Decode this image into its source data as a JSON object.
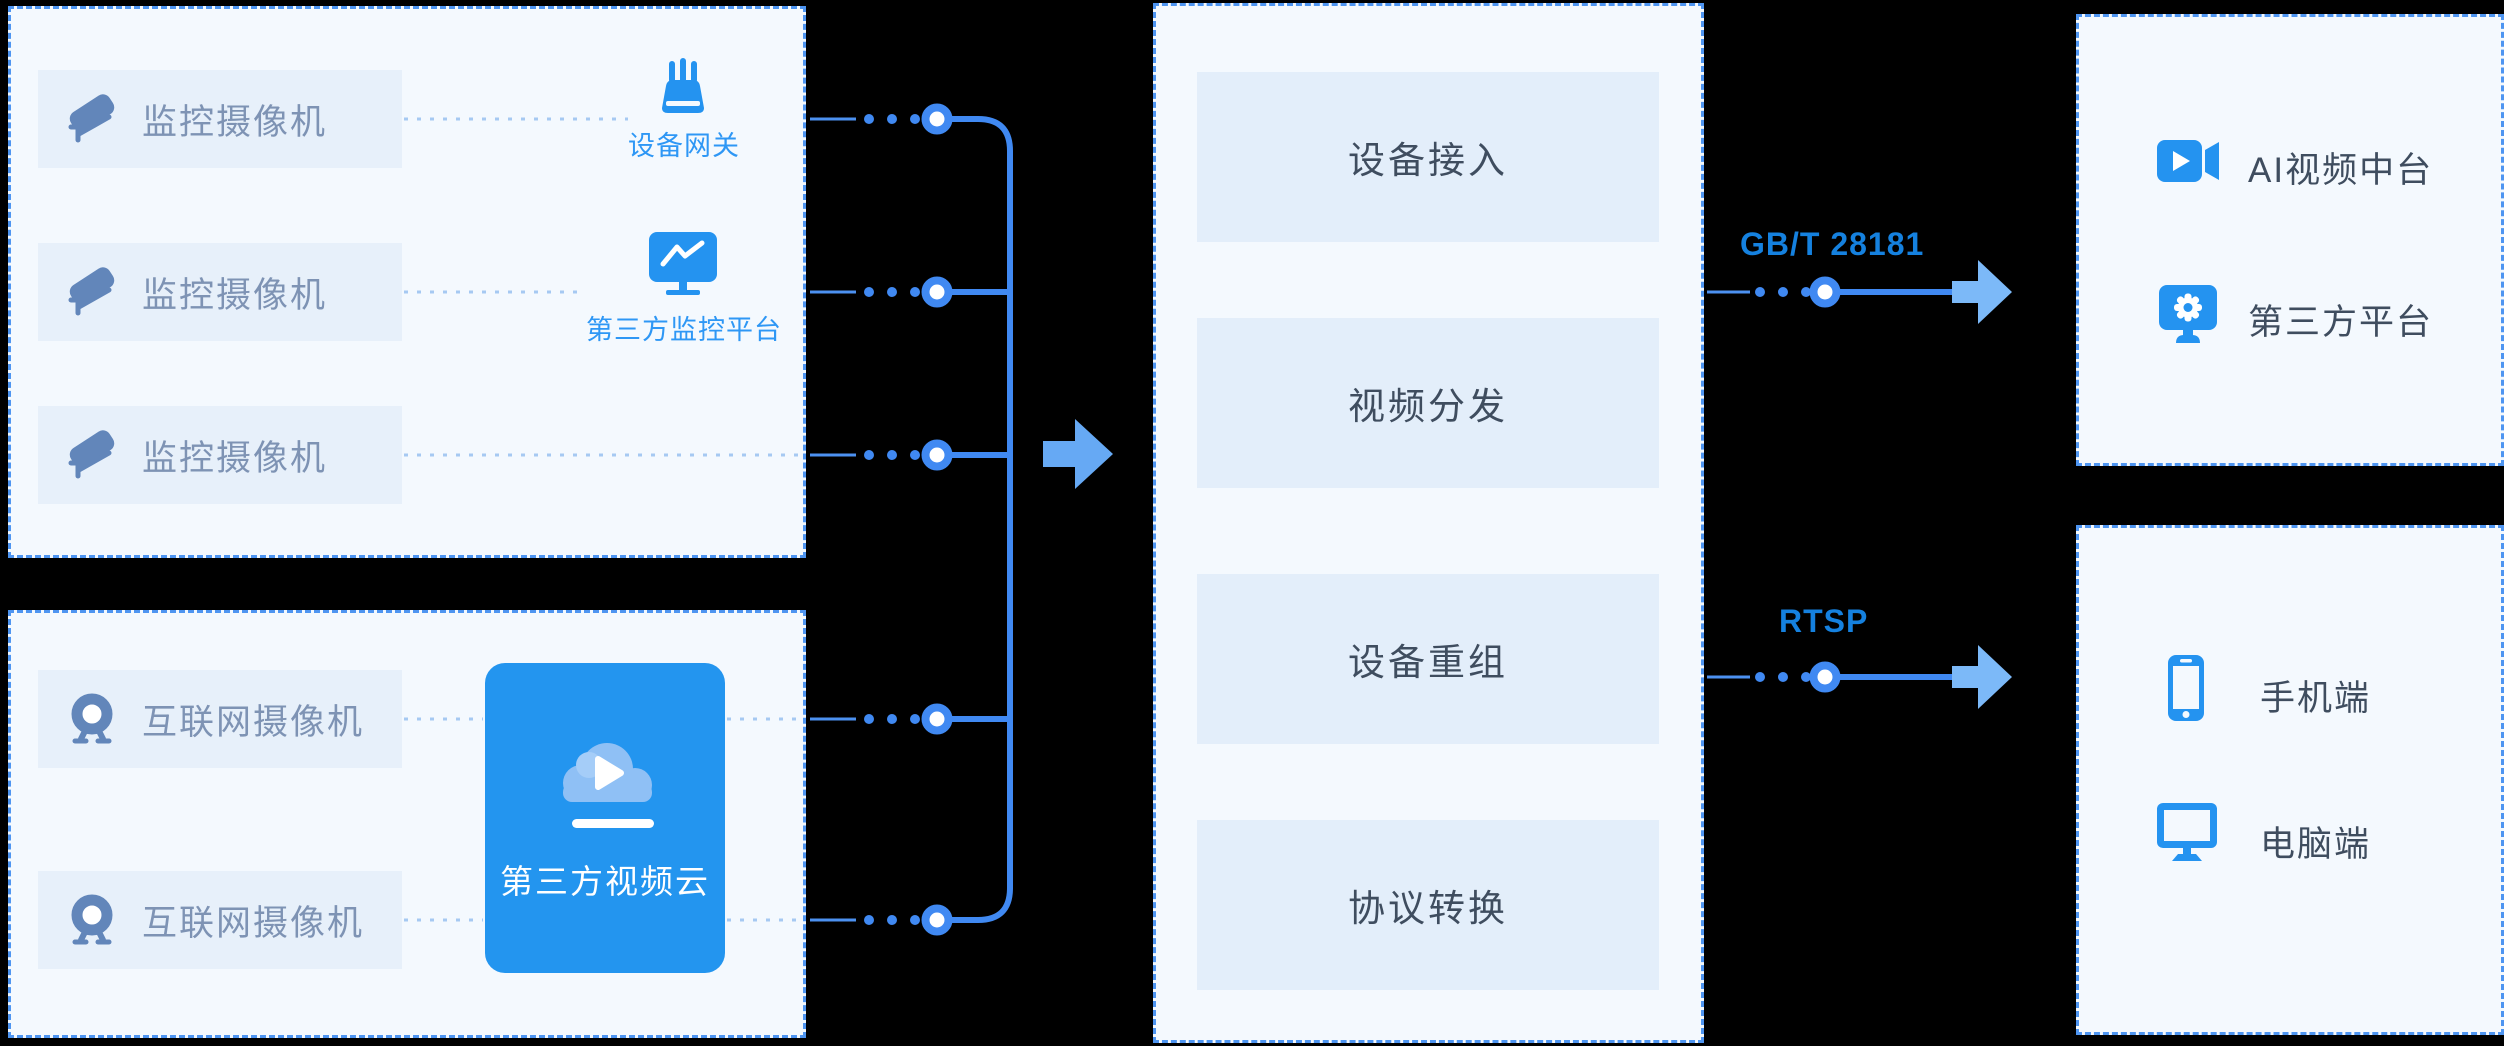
{
  "palette": {
    "background": "#000000",
    "box_bg": "#F4F9FE",
    "box_border": "#4E95F1",
    "row_bg": "#E7F0FA",
    "row_text": "#7E93B4",
    "muted_icon": "#6286BA",
    "accent_icon": "#2493F0",
    "accent_label": "#2E97F5",
    "dark_text": "#3F4D5F",
    "protocol_text": "#1581DF",
    "connector_line": "#4089F2",
    "center_arrow": "#66A9F4",
    "side_arrow": "#7CB9F8",
    "card_bg": "#2395EF",
    "cloud_fill": "#8FC0F5"
  },
  "surveillance_group": {
    "cameras": [
      "监控摄像机",
      "监控摄像机",
      "监控摄像机"
    ],
    "gateway_label": "设备网关",
    "monitor_platform_label": "第三方监控平台"
  },
  "internet_group": {
    "cameras": [
      "互联网摄像机",
      "互联网摄像机"
    ],
    "video_cloud_label": "第三方视频云"
  },
  "core_platform": {
    "capabilities": [
      "设备接入",
      "视频分发",
      "设备重组",
      "协议转换"
    ]
  },
  "protocols": {
    "gbt": "GB/T  28181",
    "rtsp": "RTSP"
  },
  "ai_outputs": [
    "AI视频中台",
    "第三方平台"
  ],
  "client_outputs": [
    "手机端",
    "电脑端"
  ]
}
